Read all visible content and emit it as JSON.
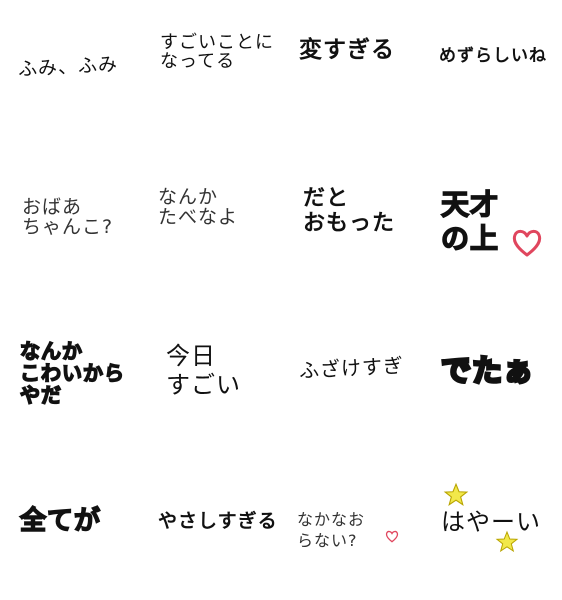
{
  "stickers": [
    {
      "text": "ふみ、ふみ"
    },
    {
      "text": "すごいことに\nなってる"
    },
    {
      "text": "変すぎる"
    },
    {
      "text": "めずらしいね"
    },
    {
      "text": "おばあ\nちゃんこ?"
    },
    {
      "text": "なんか\nたべなよ"
    },
    {
      "text": "だと\nおもった"
    },
    {
      "text": "天才\nの上"
    },
    {
      "text": "なんか\nこわいから\nやだ"
    },
    {
      "text": "今日\nすごい"
    },
    {
      "text": "ふざけすぎ"
    },
    {
      "text": "でたぁ"
    },
    {
      "text": "全てが"
    },
    {
      "text": "やさしすぎる"
    },
    {
      "text": "なかなお\nらない?"
    },
    {
      "text": "はやーい"
    }
  ],
  "colors": {
    "text": "#111111",
    "heart": "#e0465e",
    "star": "#f2e84a",
    "star_outline": "#b8a400"
  },
  "icons": {
    "heart": "heart-icon",
    "star": "star-icon"
  }
}
